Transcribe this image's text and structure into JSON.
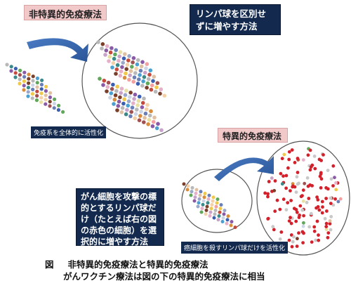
{
  "labels": {
    "nonspecific_title": "非特異的免疫療法",
    "nonspecific_method": "リンパ球を区別せずに増やす方法",
    "nonspecific_note": "免疫系を全体的に活性化",
    "specific_title": "特異的免疫療法",
    "specific_method": "がん細胞を攻撃の標的とするリンパ球だけ（たとえば右の図の赤色の細胞）を選択的に増やす方法",
    "specific_note": "癌細胞を殺すリンパ球だけを活性化"
  },
  "caption": {
    "prefix": "図",
    "line1": "非特異的免疫療法と特異的免疫療法",
    "line2": "がんワクチン療法は図の下の特異的免疫療法に相当"
  },
  "colors": {
    "pink_box": "#f2c9c9",
    "navy_box": "#132a4e",
    "arrow": "#2f5fa8",
    "highlight_red": "#d4202a"
  }
}
